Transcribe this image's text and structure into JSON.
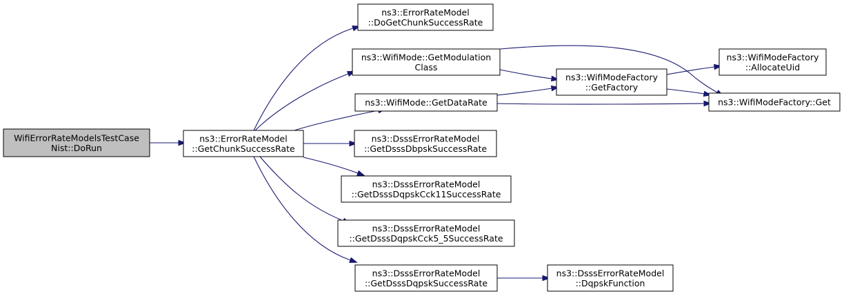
{
  "diagram": {
    "type": "call-graph",
    "nodes": [
      {
        "id": "root",
        "lines": [
          "WifiErrorRateModelsTestCase",
          "Nist::DoRun"
        ],
        "highlighted": true
      },
      {
        "id": "gcsr",
        "lines": [
          "ns3::ErrorRateModel",
          "::GetChunkSuccessRate"
        ]
      },
      {
        "id": "dogcsr",
        "lines": [
          "ns3::ErrorRateModel",
          "::DoGetChunkSuccessRate"
        ]
      },
      {
        "id": "gmc",
        "lines": [
          "ns3::WifiMode::GetModulation",
          "Class"
        ]
      },
      {
        "id": "gdr",
        "lines": [
          "ns3::WifiMode::GetDataRate"
        ]
      },
      {
        "id": "dbpsk",
        "lines": [
          "ns3::DsssErrorRateModel",
          "::GetDsssDbpskSuccessRate"
        ]
      },
      {
        "id": "cck11",
        "lines": [
          "ns3::DsssErrorRateModel",
          "::GetDsssDqpskCck11SuccessRate"
        ]
      },
      {
        "id": "cck55",
        "lines": [
          "ns3::DsssErrorRateModel",
          "::GetDsssDqpskCck5_5SuccessRate"
        ]
      },
      {
        "id": "dqpsk",
        "lines": [
          "ns3::DsssErrorRateModel",
          "::GetDsssDqpskSuccessRate"
        ]
      },
      {
        "id": "factory",
        "lines": [
          "ns3::WifiModeFactory",
          "::GetFactory"
        ]
      },
      {
        "id": "alloc",
        "lines": [
          "ns3::WifiModeFactory",
          "::AllocateUid"
        ]
      },
      {
        "id": "get",
        "lines": [
          "ns3::WifiModeFactory::Get"
        ]
      },
      {
        "id": "dqpskfn",
        "lines": [
          "ns3::DsssErrorRateModel",
          "::DqpskFunction"
        ]
      }
    ],
    "edges": [
      {
        "from": "root",
        "to": "gcsr"
      },
      {
        "from": "gcsr",
        "to": "dogcsr"
      },
      {
        "from": "gcsr",
        "to": "gmc"
      },
      {
        "from": "gcsr",
        "to": "gdr"
      },
      {
        "from": "gcsr",
        "to": "dbpsk"
      },
      {
        "from": "gcsr",
        "to": "cck11"
      },
      {
        "from": "gcsr",
        "to": "cck55"
      },
      {
        "from": "gcsr",
        "to": "dqpsk"
      },
      {
        "from": "gmc",
        "to": "factory"
      },
      {
        "from": "gmc",
        "to": "get"
      },
      {
        "from": "gdr",
        "to": "factory"
      },
      {
        "from": "gdr",
        "to": "get"
      },
      {
        "from": "factory",
        "to": "alloc"
      },
      {
        "from": "factory",
        "to": "get"
      },
      {
        "from": "dqpsk",
        "to": "dqpskfn"
      }
    ]
  }
}
